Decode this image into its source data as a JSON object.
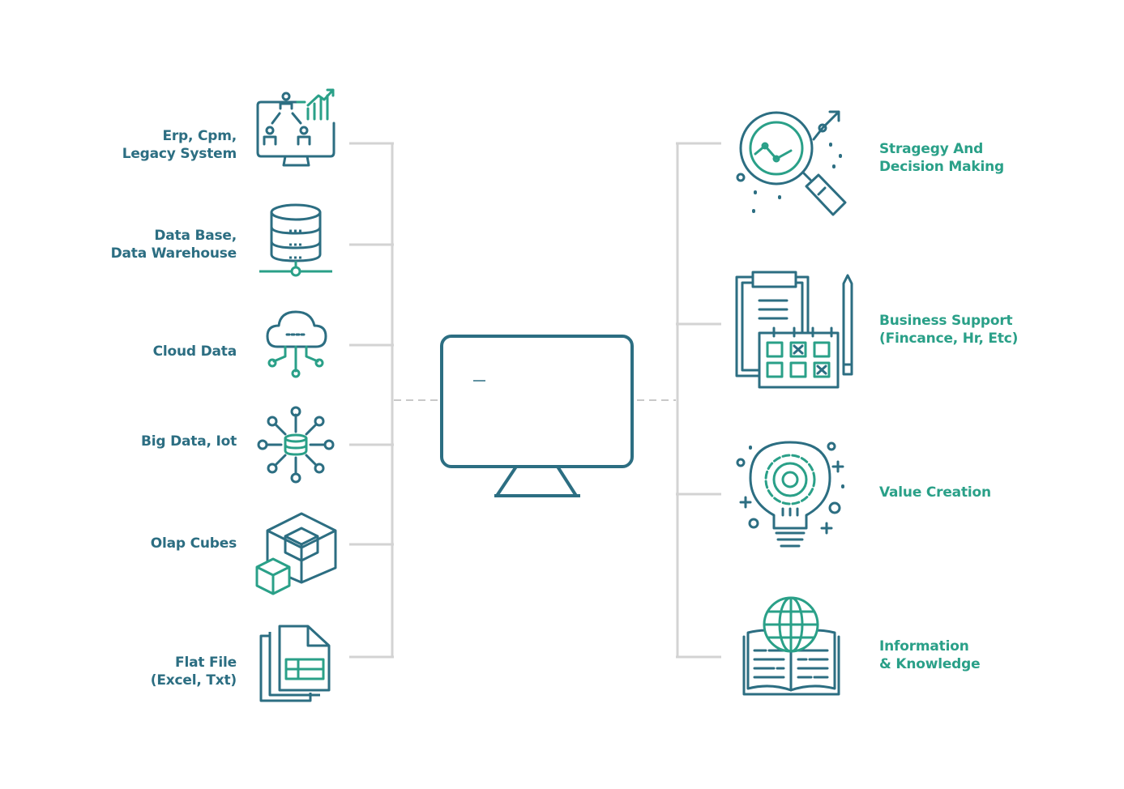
{
  "colors": {
    "primary": "#2c6e82",
    "accent": "#2aa088",
    "connector": "#d3d3d3"
  },
  "sources": [
    {
      "lines": [
        "Erp, Cpm,",
        "Legacy System"
      ],
      "icon": "org-chart-monitor-icon"
    },
    {
      "lines": [
        "Data Base,",
        "Data Warehouse"
      ],
      "icon": "database-server-icon"
    },
    {
      "lines": [
        "Cloud Data"
      ],
      "icon": "cloud-network-icon"
    },
    {
      "lines": [
        "Big Data, Iot"
      ],
      "icon": "iot-network-icon"
    },
    {
      "lines": [
        "Olap Cubes"
      ],
      "icon": "olap-cube-icon"
    },
    {
      "lines": [
        "Flat File",
        "(Excel, Txt)"
      ],
      "icon": "spreadsheet-file-icon"
    }
  ],
  "center": {
    "icon": "monitor-icon"
  },
  "outcomes": [
    {
      "lines": [
        "Stragegy And",
        "Decision Making"
      ],
      "icon": "magnifier-analytics-icon"
    },
    {
      "lines": [
        "Business Support",
        "(Fincance, Hr, Etc)"
      ],
      "icon": "clipboard-calendar-icon"
    },
    {
      "lines": [
        "Value Creation"
      ],
      "icon": "lightbulb-gear-icon"
    },
    {
      "lines": [
        "Information",
        "& Knowledge"
      ],
      "icon": "book-globe-icon"
    }
  ]
}
